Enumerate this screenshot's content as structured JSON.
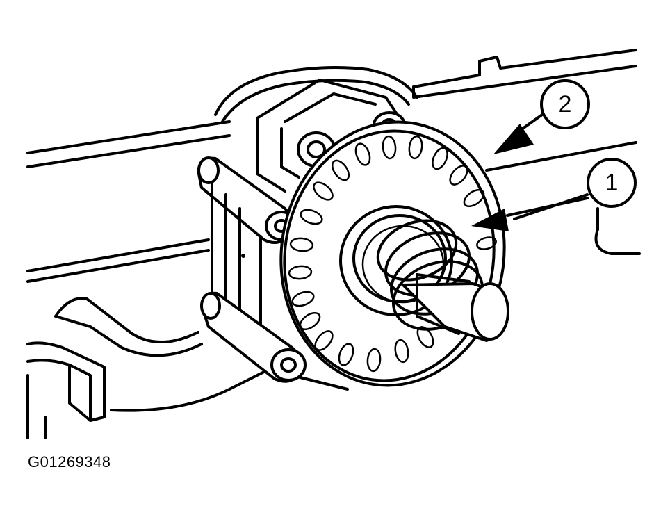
{
  "figure_code": "G01269348",
  "callouts": [
    {
      "label": "1",
      "target": "tone-ring-inner"
    },
    {
      "label": "2",
      "target": "tone-ring-outer"
    }
  ],
  "colors": {
    "ink": "#000000",
    "paper": "#ffffff"
  }
}
